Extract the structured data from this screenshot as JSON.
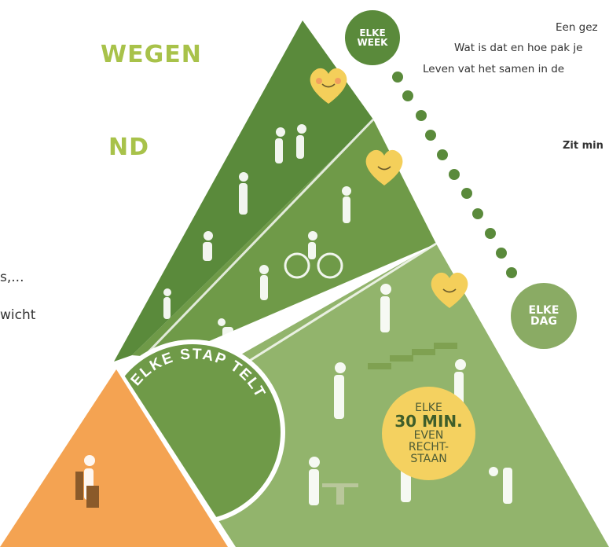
{
  "left_text": {
    "heading_1": "WEGEN",
    "heading_2": "ND",
    "fragment_1": "s,...",
    "fragment_2": "wicht"
  },
  "intro": {
    "line_1": "Een gez",
    "line_2": "Wat is dat en hoe pak je",
    "line_3": "Leven vat het samen in de",
    "bold_line": "Zit min"
  },
  "pyramid": {
    "top_label": "ELKE\nWEEK",
    "day_label": "ELKE\nDAG",
    "band_label": "ELKE STAP TELT",
    "sit_label": {
      "line_1": "ELKE",
      "line_2": "30 MIN.",
      "line_3": "EVEN",
      "line_4": "RECHT-",
      "line_5": "STAAN"
    }
  },
  "colors": {
    "top_green": "#5a8a3b",
    "middle_green": "#6f9a48",
    "bottom_green": "#92b46c",
    "orange": "#f4a352",
    "heart_yellow": "#f4cf5a",
    "heading_green": "#a8c24a"
  }
}
